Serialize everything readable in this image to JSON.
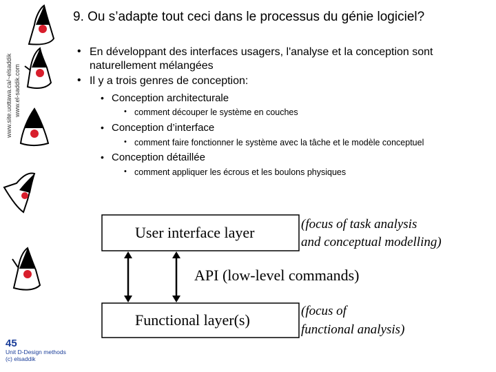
{
  "side_text": {
    "line1": "www.site.uottawa.ca/~elsaddik",
    "line2": "www.el-saddik.com"
  },
  "title": {
    "number": "9.",
    "text": "Ou s’adapte tout ceci dans le processus du génie logiciel?"
  },
  "bullets": {
    "l1_a": "En développant des interfaces usagers, l'analyse et la conception sont naturellement mélangées",
    "l1_b": "Il y a trois genres de conception:",
    "arch": "Conception architecturale",
    "arch_sub": "comment découper le système en couches",
    "iface": "Conception d’interface",
    "iface_sub": "comment faire fonctionner le système avec la tâche et le modèle conceptuel",
    "detail": "Conception détaillée",
    "detail_sub": "comment appliquer les écrous et les boulons physiques"
  },
  "diagram": {
    "top_box": "User interface layer",
    "top_note_1": "(focus of task analysis",
    "top_note_2": "and conceptual modelling)",
    "api": "API (low-level commands)",
    "bottom_box": "Functional layer(s)",
    "bottom_note_1": "(focus of",
    "bottom_note_2": "functional analysis)"
  },
  "footer": {
    "page": "45",
    "line1": "Unit D-Design methods",
    "line2": "(c) elsaddik"
  },
  "colors": {
    "mascot_red": "#d81e2c",
    "footer_blue": "#1a3d99"
  }
}
